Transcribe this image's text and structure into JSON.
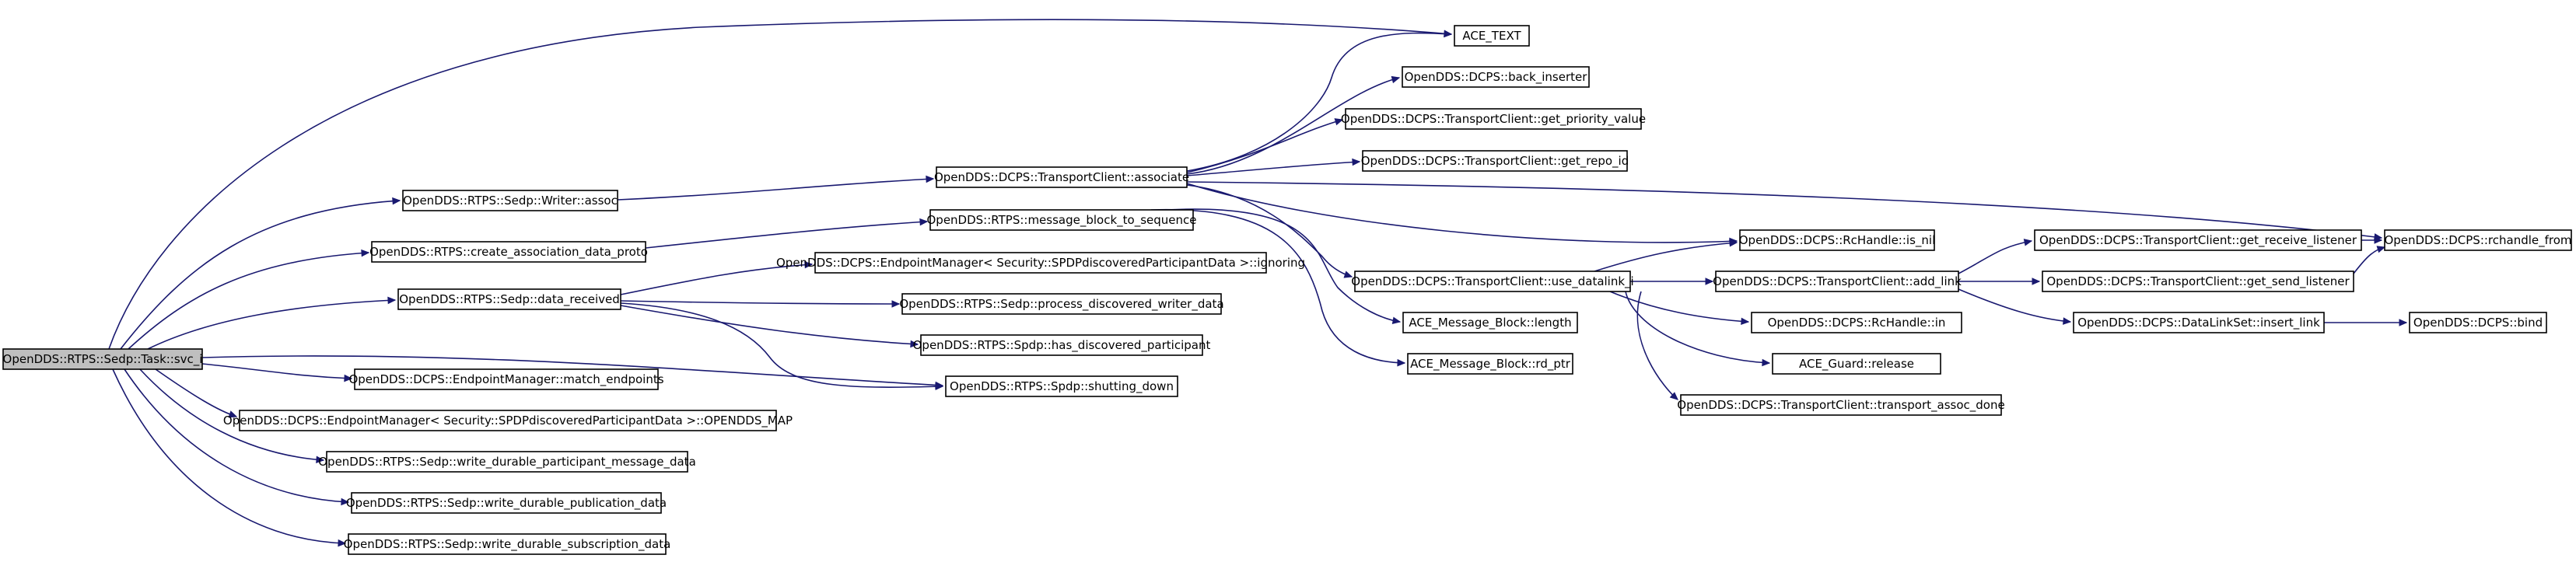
{
  "graph": {
    "title": "",
    "colors": {
      "edge": "#191970",
      "root_fill": "#bfbfbf",
      "node_fill": "#ffffff",
      "node_border": "#000000"
    },
    "nodes": [
      {
        "id": "n_root",
        "label": "OpenDDS::RTPS::Sedp::Task::svc_i",
        "highlighted": true
      },
      {
        "id": "n_ace_text",
        "label": "ACE_TEXT"
      },
      {
        "id": "n_writer_assoc",
        "label": "OpenDDS::RTPS::Sedp::Writer::assoc"
      },
      {
        "id": "n_tc_associate",
        "label": "OpenDDS::DCPS::TransportClient::associate"
      },
      {
        "id": "n_back_inserter",
        "label": "OpenDDS::DCPS::back_inserter"
      },
      {
        "id": "n_get_priority",
        "label": "OpenDDS::DCPS::TransportClient::get_priority_value"
      },
      {
        "id": "n_get_repo_id",
        "label": "OpenDDS::DCPS::TransportClient::get_repo_id"
      },
      {
        "id": "n_rchandle_from",
        "label": "OpenDDS::DCPS::rchandle_from"
      },
      {
        "id": "n_is_nil",
        "label": "OpenDDS::DCPS::RcHandle::is_nil"
      },
      {
        "id": "n_use_datalink",
        "label": "OpenDDS::DCPS::TransportClient::use_datalink_i"
      },
      {
        "id": "n_add_link",
        "label": "OpenDDS::DCPS::TransportClient::add_link"
      },
      {
        "id": "n_get_receive_listener",
        "label": "OpenDDS::DCPS::TransportClient::get_receive_listener"
      },
      {
        "id": "n_get_send_listener",
        "label": "OpenDDS::DCPS::TransportClient::get_send_listener"
      },
      {
        "id": "n_insert_link",
        "label": "OpenDDS::DCPS::DataLinkSet::insert_link"
      },
      {
        "id": "n_bind",
        "label": "OpenDDS::DCPS::bind"
      },
      {
        "id": "n_rchandle_in",
        "label": "OpenDDS::DCPS::RcHandle::in"
      },
      {
        "id": "n_guard_release",
        "label": "ACE_Guard::release"
      },
      {
        "id": "n_transport_assoc_done",
        "label": "OpenDDS::DCPS::TransportClient::transport_assoc_done"
      },
      {
        "id": "n_create_assoc_proto",
        "label": "OpenDDS::RTPS::create_association_data_proto"
      },
      {
        "id": "n_mb_to_seq",
        "label": "OpenDDS::RTPS::message_block_to_sequence"
      },
      {
        "id": "n_mb_length",
        "label": "ACE_Message_Block::length"
      },
      {
        "id": "n_mb_rd_ptr",
        "label": "ACE_Message_Block::rd_ptr"
      },
      {
        "id": "n_data_received",
        "label": "OpenDDS::RTPS::Sedp::data_received"
      },
      {
        "id": "n_ignoring",
        "label": "OpenDDS::DCPS::EndpointManager< Security::SPDPdiscoveredParticipantData >::ignoring"
      },
      {
        "id": "n_process_writer",
        "label": "OpenDDS::RTPS::Sedp::process_discovered_writer_data"
      },
      {
        "id": "n_has_participant",
        "label": "OpenDDS::RTPS::Spdp::has_discovered_participant"
      },
      {
        "id": "n_shutting_down",
        "label": "OpenDDS::RTPS::Spdp::shutting_down"
      },
      {
        "id": "n_match_endpoints",
        "label": "OpenDDS::DCPS::EndpointManager::match_endpoints"
      },
      {
        "id": "n_opendds_map",
        "label": "OpenDDS::DCPS::EndpointManager< Security::SPDPdiscoveredParticipantData >::OPENDDS_MAP"
      },
      {
        "id": "n_write_participant",
        "label": "OpenDDS::RTPS::Sedp::write_durable_participant_message_data"
      },
      {
        "id": "n_write_publication",
        "label": "OpenDDS::RTPS::Sedp::write_durable_publication_data"
      },
      {
        "id": "n_write_subscription",
        "label": "OpenDDS::RTPS::Sedp::write_durable_subscription_data"
      }
    ],
    "edges": [
      {
        "from": "n_root",
        "to": "n_ace_text"
      },
      {
        "from": "n_root",
        "to": "n_writer_assoc"
      },
      {
        "from": "n_root",
        "to": "n_create_assoc_proto"
      },
      {
        "from": "n_root",
        "to": "n_data_received"
      },
      {
        "from": "n_root",
        "to": "n_shutting_down"
      },
      {
        "from": "n_root",
        "to": "n_match_endpoints"
      },
      {
        "from": "n_root",
        "to": "n_opendds_map"
      },
      {
        "from": "n_root",
        "to": "n_write_participant"
      },
      {
        "from": "n_root",
        "to": "n_write_publication"
      },
      {
        "from": "n_root",
        "to": "n_write_subscription"
      },
      {
        "from": "n_writer_assoc",
        "to": "n_tc_associate"
      },
      {
        "from": "n_tc_associate",
        "to": "n_ace_text"
      },
      {
        "from": "n_tc_associate",
        "to": "n_back_inserter"
      },
      {
        "from": "n_tc_associate",
        "to": "n_get_priority"
      },
      {
        "from": "n_tc_associate",
        "to": "n_get_repo_id"
      },
      {
        "from": "n_tc_associate",
        "to": "n_rchandle_from"
      },
      {
        "from": "n_tc_associate",
        "to": "n_is_nil"
      },
      {
        "from": "n_tc_associate",
        "to": "n_use_datalink"
      },
      {
        "from": "n_use_datalink",
        "to": "n_is_nil"
      },
      {
        "from": "n_use_datalink",
        "to": "n_add_link"
      },
      {
        "from": "n_use_datalink",
        "to": "n_rchandle_in"
      },
      {
        "from": "n_use_datalink",
        "to": "n_guard_release"
      },
      {
        "from": "n_use_datalink",
        "to": "n_transport_assoc_done"
      },
      {
        "from": "n_add_link",
        "to": "n_get_receive_listener"
      },
      {
        "from": "n_add_link",
        "to": "n_get_send_listener"
      },
      {
        "from": "n_add_link",
        "to": "n_insert_link"
      },
      {
        "from": "n_get_receive_listener",
        "to": "n_rchandle_from"
      },
      {
        "from": "n_get_send_listener",
        "to": "n_rchandle_from"
      },
      {
        "from": "n_insert_link",
        "to": "n_bind"
      },
      {
        "from": "n_create_assoc_proto",
        "to": "n_mb_to_seq"
      },
      {
        "from": "n_mb_to_seq",
        "to": "n_mb_length"
      },
      {
        "from": "n_mb_to_seq",
        "to": "n_mb_rd_ptr"
      },
      {
        "from": "n_data_received",
        "to": "n_ignoring"
      },
      {
        "from": "n_data_received",
        "to": "n_process_writer"
      },
      {
        "from": "n_data_received",
        "to": "n_has_participant"
      },
      {
        "from": "n_data_received",
        "to": "n_shutting_down"
      }
    ]
  }
}
